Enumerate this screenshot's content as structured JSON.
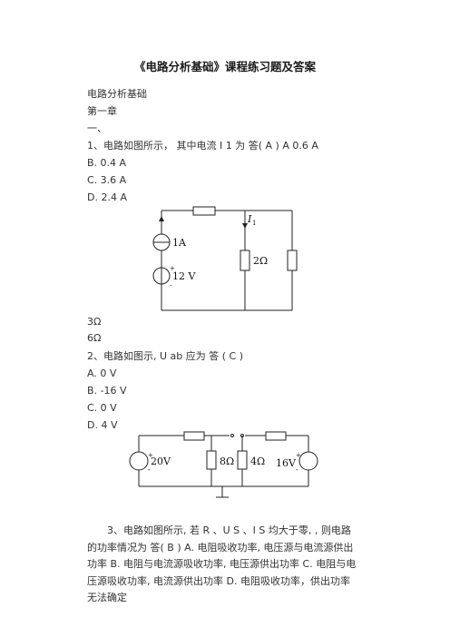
{
  "document": {
    "title": "《电路分析基础》课程练习题及答案",
    "subject": "电路分析基础",
    "chapter": "第一章",
    "section": "一、",
    "q1": {
      "stem": "1、电路如图所示， 其中电流 I 1 为 答( A ) A 0.6 A",
      "options": [
        "B. 0.4 A",
        "C. 3.6 A",
        "D. 2.4 A"
      ],
      "after_figure": [
        "3Ω",
        "6Ω"
      ],
      "figure": {
        "current_label": "I",
        "current_sub": "1",
        "source_current": "1A",
        "source_voltage": "12 V",
        "resistor": "2Ω",
        "plus": "+",
        "minus": "-"
      }
    },
    "q2": {
      "stem": "2、电路如图示, U ab 应为 答 ( C )",
      "options": [
        "A. 0 V",
        "B. -16 V",
        "C. 0 V",
        "D. 4 V"
      ],
      "figure": {
        "left_source": "20V",
        "r1": "8Ω",
        "r2": "4Ω",
        "right_source": "16V",
        "plus": "+",
        "minus": "-"
      }
    },
    "q3": {
      "text": "3、电路如图所示, 若 R 、U S 、I S 均大于零, , 则电路的功率情况为 答( B ) A. 电阻吸收功率, 电压源与电流源供出功率 B. 电阻与电流源吸收功率, 电压源供出功率 C. 电阻与电压源吸收功率, 电流源供出功率 D. 电阻吸收功率，供出功率无法确定"
    }
  }
}
